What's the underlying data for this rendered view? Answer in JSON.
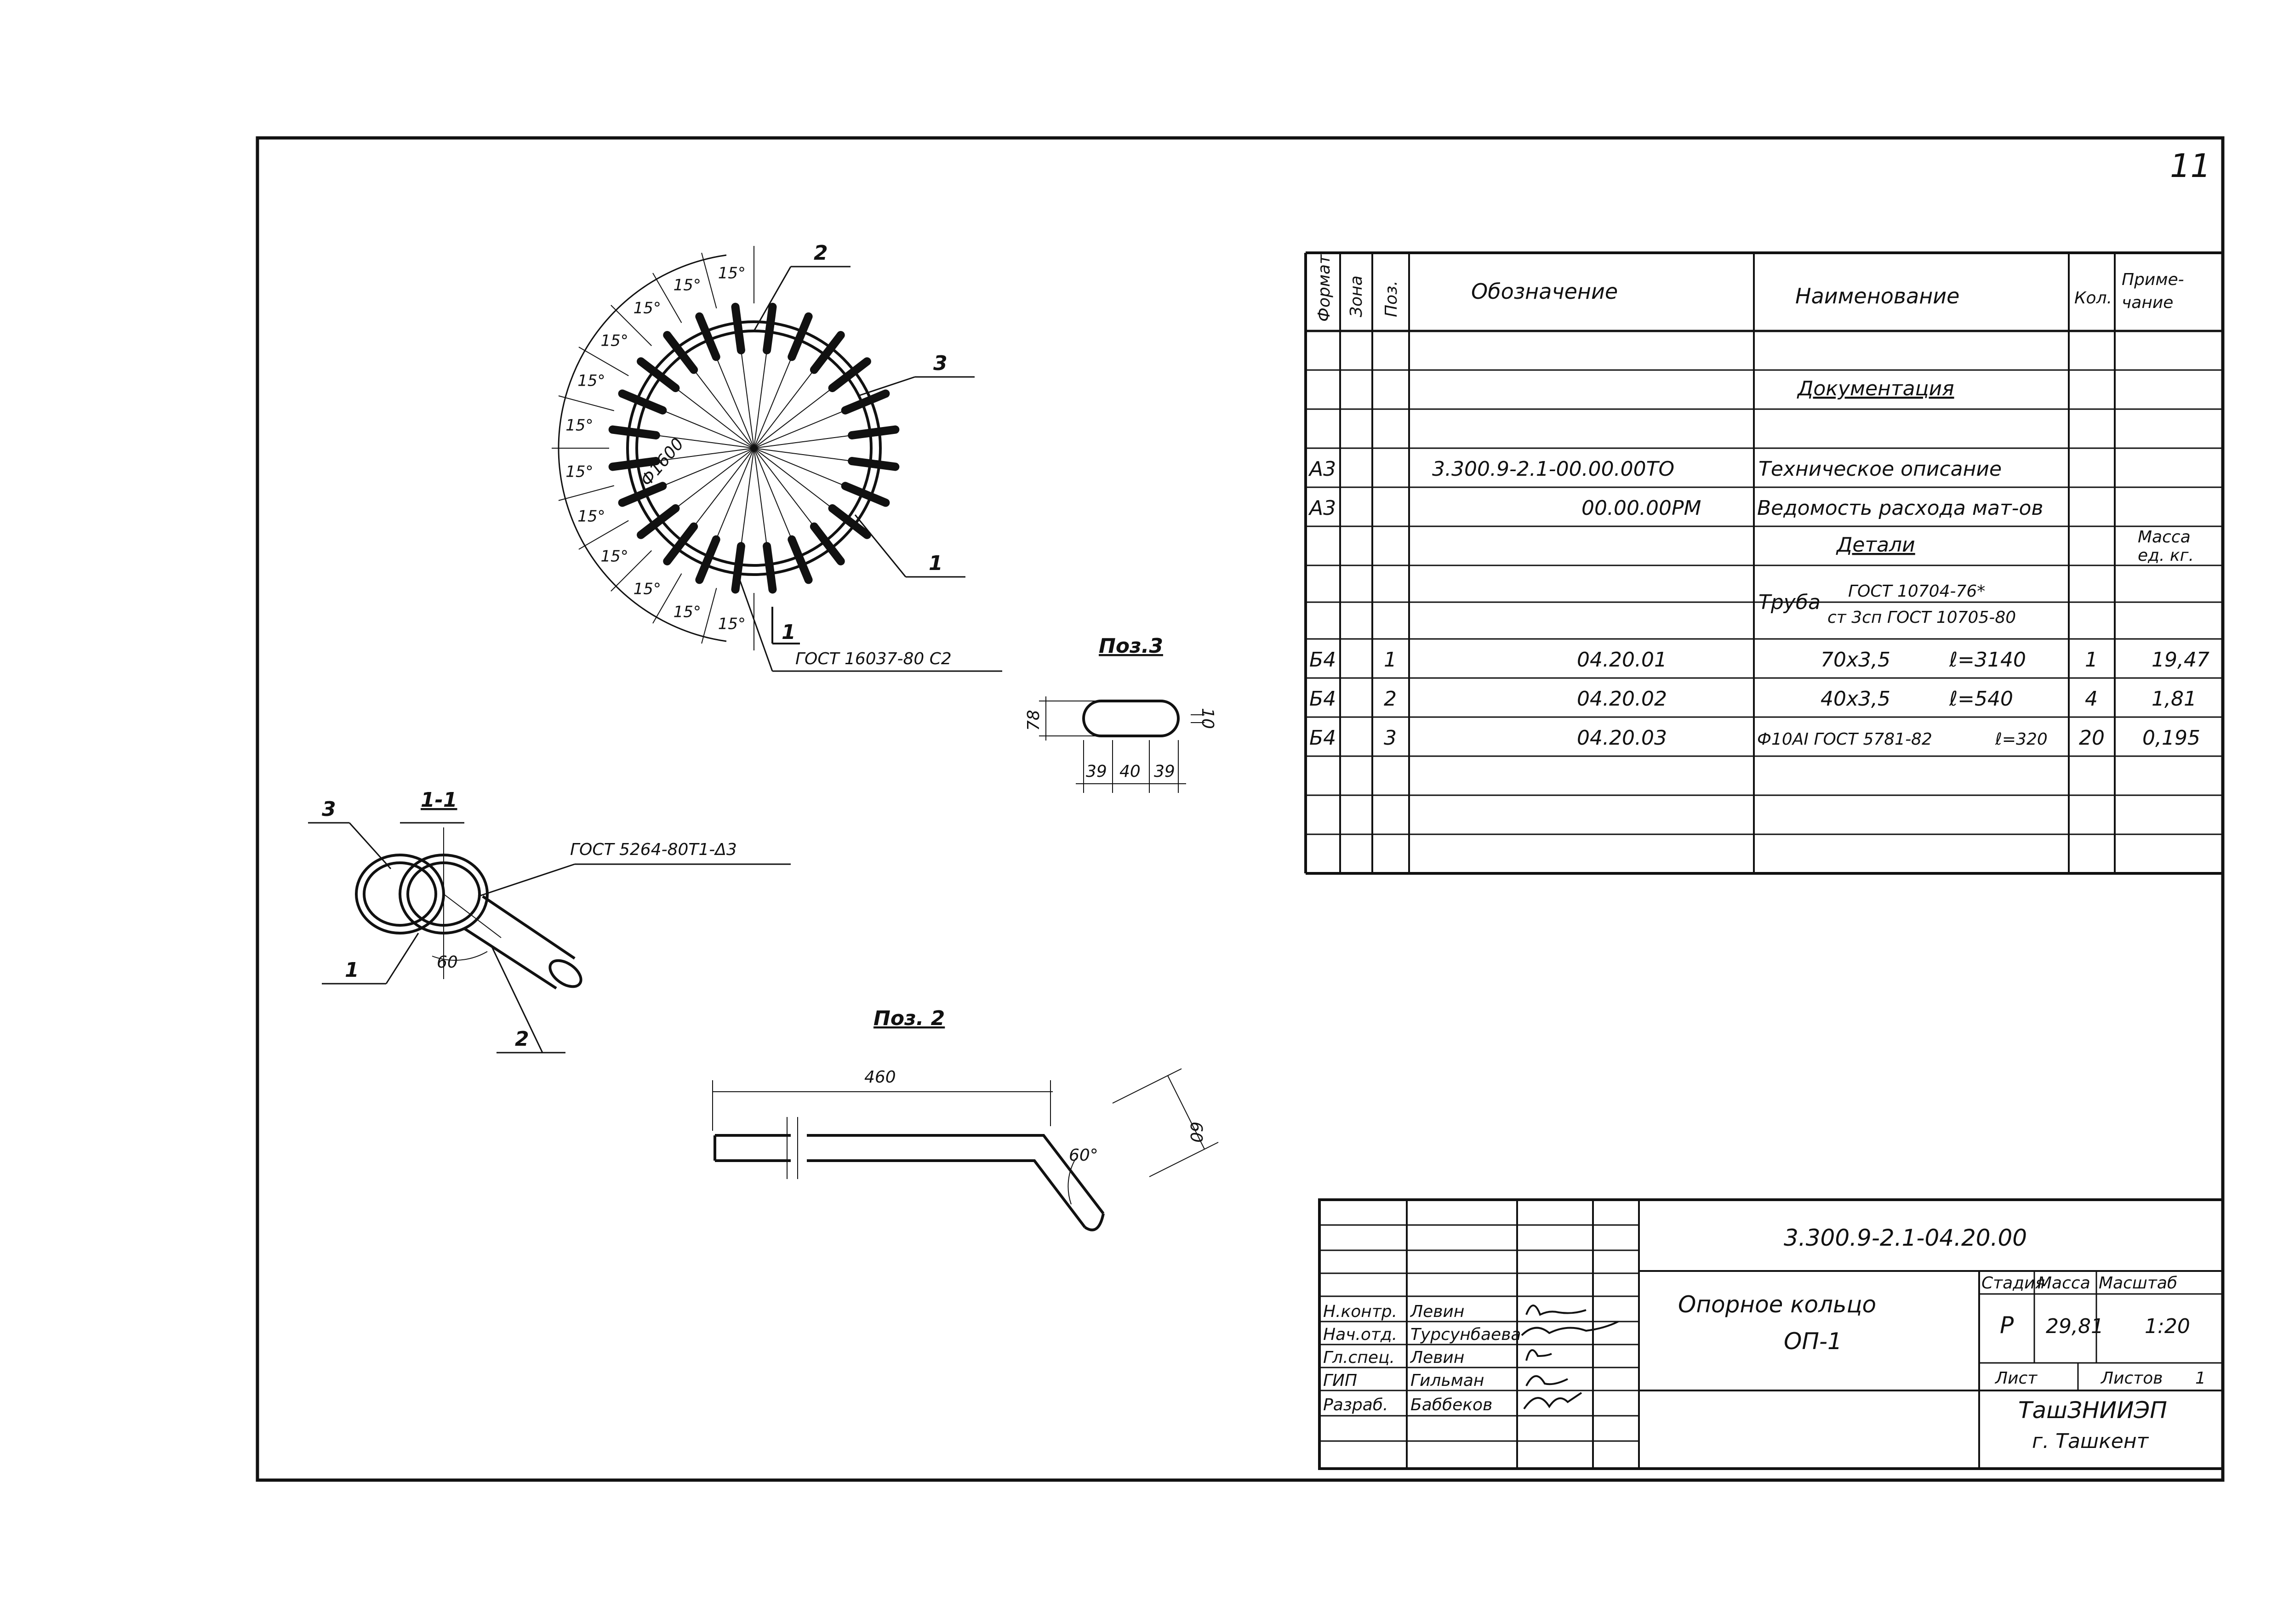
{
  "sheet_number": "11",
  "spec_table": {
    "headers": {
      "format": "Формат",
      "zone": "Зона",
      "pos": "Поз.",
      "designation": "Обозначение",
      "name": "Наименование",
      "qty": "Кол.",
      "note_l1": "Приме-",
      "note_l2": "чание"
    },
    "section_documentation": "Документация",
    "doc_rows": [
      {
        "format": "А3",
        "designation": "3.300.9-2.1-00.00.00ТО",
        "name": "Техническое описание"
      },
      {
        "format": "А3",
        "designation": "00.00.00РМ",
        "name": "Ведомость расхода мат-ов"
      }
    ],
    "section_details": "Детали",
    "mass_note_l1": "Масса",
    "mass_note_l2": "ед. кг.",
    "pipe_label": "Труба",
    "pipe_std_top": "ГОСТ 10704-76*",
    "pipe_std_bottom": "ст 3сп ГОСТ 10705-80",
    "detail_rows": [
      {
        "format": "Б4",
        "pos": "1",
        "designation": "04.20.01",
        "size": "70х3,5",
        "length": "ℓ=3140",
        "qty": "1",
        "mass": "19,47"
      },
      {
        "format": "Б4",
        "pos": "2",
        "designation": "04.20.02",
        "size": "40х3,5",
        "length": "ℓ=540",
        "qty": "4",
        "mass": "1,81"
      },
      {
        "format": "Б4",
        "pos": "3",
        "designation": "04.20.03",
        "size": "Ф10АI ГОСТ 5781-82",
        "length": "ℓ=320",
        "qty": "20",
        "mass": "0,195"
      }
    ]
  },
  "title_block": {
    "code": "3.300.9-2.1-04.20.00",
    "object_name_l1": "Опорное кольцо",
    "object_name_l2": "ОП-1",
    "stage_label": "Стадия",
    "mass_label": "Масса",
    "scale_label": "Масштаб",
    "stage": "Р",
    "mass": "29,81",
    "scale": "1:20",
    "sheet_label": "Лист",
    "sheets_label": "Листов",
    "sheets_count": "1",
    "org_l1": "ТашЗНИИЭП",
    "org_l2": "г. Ташкент",
    "people": [
      {
        "role": "Н.контр.",
        "name": "Левин"
      },
      {
        "role": "Нач.отд.",
        "name": "Турсунбаева"
      },
      {
        "role": "Гл.спец.",
        "name": "Левин"
      },
      {
        "role": "ГИП",
        "name": "Гильман"
      },
      {
        "role": "Разраб.",
        "name": "Баббеков"
      }
    ]
  },
  "drawing": {
    "ring_angle_label": "15°",
    "ring_diameter": "Ф1600",
    "callouts": [
      "1",
      "2",
      "3"
    ],
    "section_mark": "1",
    "weld_note_ring": "ГОСТ 16037-80 С2",
    "pos3_title": "Поз.3",
    "pos3_dims": {
      "height": "78",
      "gap": "10",
      "left": "39",
      "mid": "40",
      "right": "39"
    },
    "section_title": "1-1",
    "weld_note_section": "ГОСТ 5264-80Т1-Δ3",
    "section_angle": "60",
    "pos2_title": "Поз. 2",
    "pos2_length": "460",
    "pos2_angle": "60°",
    "pos2_offset": "60"
  }
}
